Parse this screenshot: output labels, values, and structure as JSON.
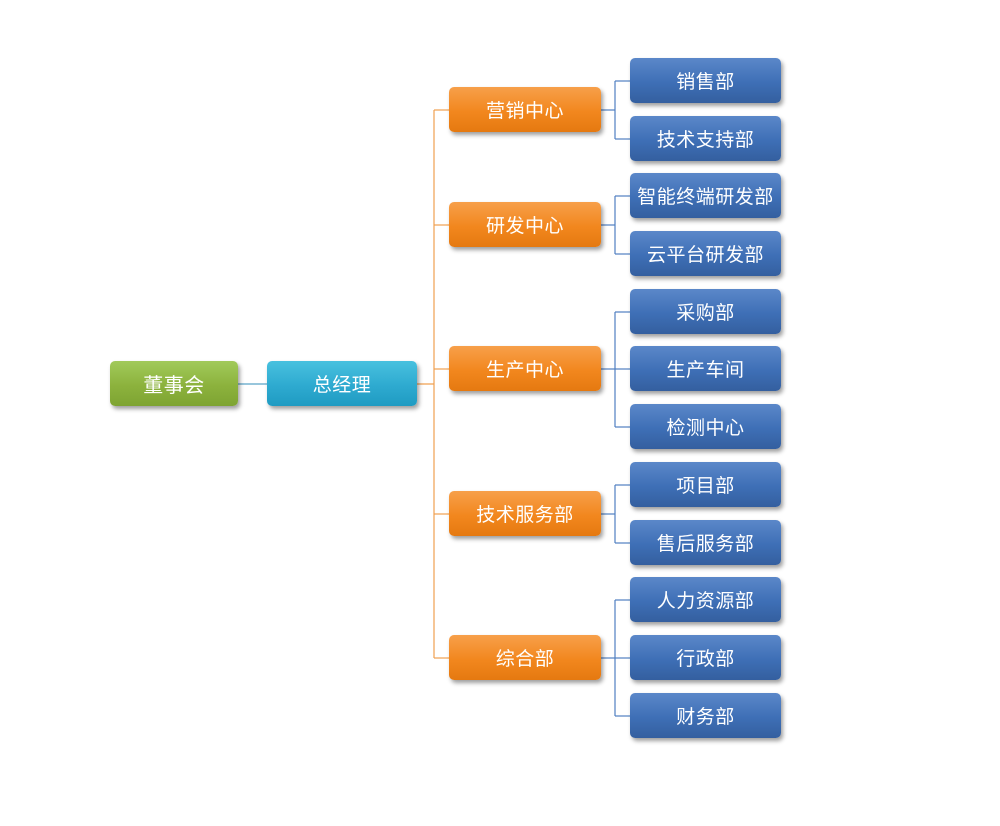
{
  "org": {
    "root": {
      "label": "董事会"
    },
    "general_manager": {
      "label": "总经理"
    },
    "centers": [
      {
        "label": "营销中心",
        "departments": [
          "销售部",
          "技术支持部"
        ]
      },
      {
        "label": "研发中心",
        "departments": [
          "智能终端研发部",
          "云平台研发部"
        ]
      },
      {
        "label": "生产中心",
        "departments": [
          "采购部",
          "生产车间",
          "检测中心"
        ]
      },
      {
        "label": "技术服务部",
        "departments": [
          "项目部",
          "售后服务部"
        ]
      },
      {
        "label": "综合部",
        "departments": [
          "人力资源部",
          "行政部",
          "财务部"
        ]
      }
    ]
  },
  "colors": {
    "root": "#8cb23d",
    "general_manager": "#2eaad0",
    "center": "#f2871e",
    "department": "#3e6fb6",
    "line_left": "#5ba4c8",
    "line_center": "#f0a050",
    "line_dept": "#4f7fc0"
  }
}
